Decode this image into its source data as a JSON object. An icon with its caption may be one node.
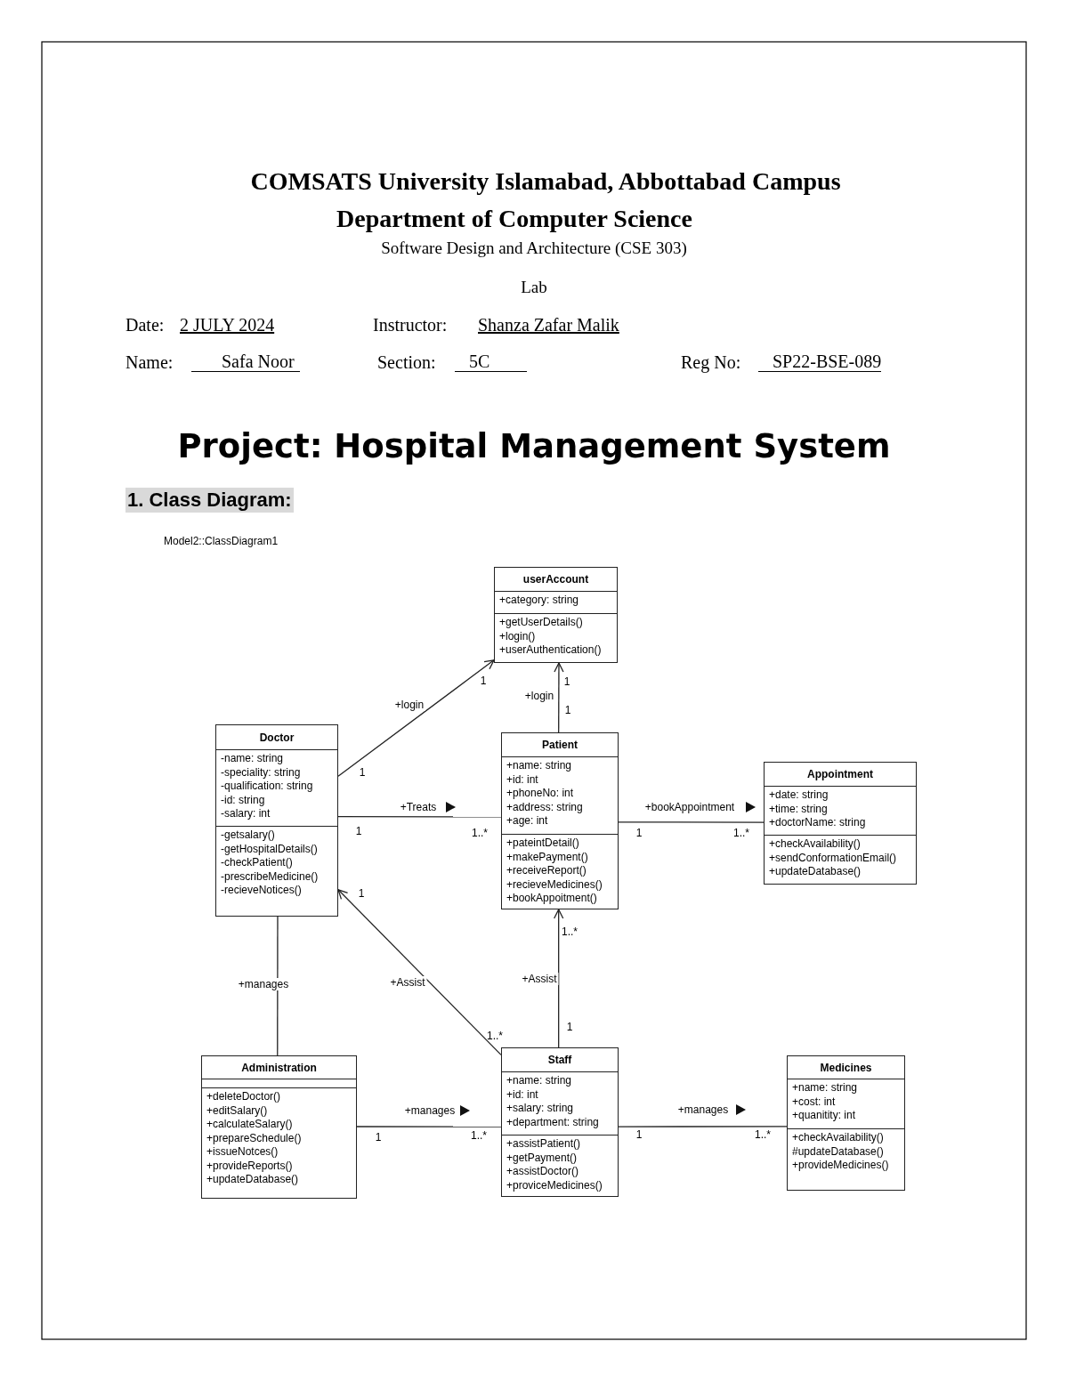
{
  "diagram": {
    "title": "Project: Hospital Management System",
    "nodes": [
      {
        "text": [
          "userAccount"
        ]
      },
      {
        "text": [
          "+category: string"
        ],
        "in": 0
      },
      {
        "text": [
          "+getUserDetails()",
          "+login()",
          "+userAuthentication()"
        ],
        "in": 0
      },
      {
        "text": [
          "Doctor"
        ]
      },
      {
        "text": [
          "-name: string",
          "-speciality: string",
          "-qualification: string",
          "-id: string",
          "-salary: int"
        ],
        "in": 3
      },
      {
        "text": [
          "-getsalary()",
          "-getHospitalDetails()",
          "-checkPatient()",
          "-prescribeMedicine()",
          "-recieveNotices()"
        ],
        "in": 3
      },
      {
        "text": [
          "Patient"
        ]
      },
      {
        "text": [
          "+name: string",
          "+id: int",
          "+phoneNo: int",
          "+address: string",
          "+age: int"
        ],
        "in": 6
      },
      {
        "text": [
          "+pateintDetail()",
          "+makePayment()",
          "+receiveReport()",
          "+recieveMedicines()",
          "+bookAppoitment()"
        ],
        "in": 6
      },
      {
        "text": [
          "Appointment"
        ]
      },
      {
        "text": [
          "+date: string",
          "+time: string",
          "+doctorName: string"
        ],
        "in": 9
      },
      {
        "text": [
          "+checkAvailability()",
          "+sendConformationEmail()",
          "+updateDatabase()"
        ],
        "in": 9
      },
      {
        "text": [
          "Administration"
        ]
      },
      {
        "text": [],
        "shape": "box",
        "in": 12
      },
      {
        "text": [
          "+deleteDoctor()",
          "+editSalary()",
          "+calculateSalary()",
          "+prepareSchedule()",
          "+issueNotces()",
          "+provideReports()",
          "+updateDatabase()"
        ],
        "in": 12
      },
      {
        "text": [
          "Staff"
        ]
      },
      {
        "text": [
          "+name: string",
          "+id: int",
          "+salary: string",
          "+department: string"
        ],
        "in": 15
      },
      {
        "text": [
          "+assistPatient()",
          "+getPayment()",
          "+assistDoctor()",
          "+proviceMedicines()"
        ],
        "in": 15
      },
      {
        "text": [
          "Medicines"
        ]
      },
      {
        "text": [
          "+name: string",
          "+cost: int",
          "+quanitity: int"
        ],
        "in": 18
      },
      {
        "text": [
          "+checkAvailability()",
          "#updateDatabase()",
          "+provideMedicines()"
        ],
        "in": 18
      }
    ],
    "edges": [
      {
        "from": 3,
        "to": 0,
        "arrow": "to",
        "label": "+login"
      },
      {
        "from": 6,
        "to": 0,
        "arrow": "to",
        "label": "+login"
      },
      {
        "from": 3,
        "to": 6,
        "arrow": "none",
        "label": "+Treats"
      },
      {
        "from": 6,
        "to": 9,
        "arrow": "none",
        "label": "+bookAppointment"
      },
      {
        "from": 15,
        "to": 3,
        "arrow": "to",
        "label": "+Assist"
      },
      {
        "from": 15,
        "to": 6,
        "arrow": "to",
        "label": "+Assist"
      },
      {
        "from": 12,
        "to": 3,
        "arrow": "none",
        "label": "+manages"
      },
      {
        "from": 12,
        "to": 15,
        "arrow": "none",
        "label": "+manages"
      },
      {
        "from": 15,
        "to": 18,
        "arrow": "none",
        "label": "+manages"
      }
    ],
    "labels": [
      "COMSATS University Islamabad, Abbottabad Campus",
      "Department of Computer Science",
      "Software Design and Architecture (CSE 303)",
      "Lab",
      "Date:",
      "2 JULY 2024",
      "Instructor:",
      "Shanza Zafar Malik",
      "Name:",
      "Safa Noor",
      "Section:",
      "5C",
      "Reg No:",
      "SP22-BSE-089",
      "1. Class Diagram:",
      "Model2::ClassDiagram1",
      "1",
      "1",
      "1",
      "1",
      "1",
      "1..*",
      "1",
      "1..*",
      "1",
      "1..*",
      "1..*",
      "1",
      "1",
      "1..*",
      "1",
      "1..*"
    ]
  }
}
